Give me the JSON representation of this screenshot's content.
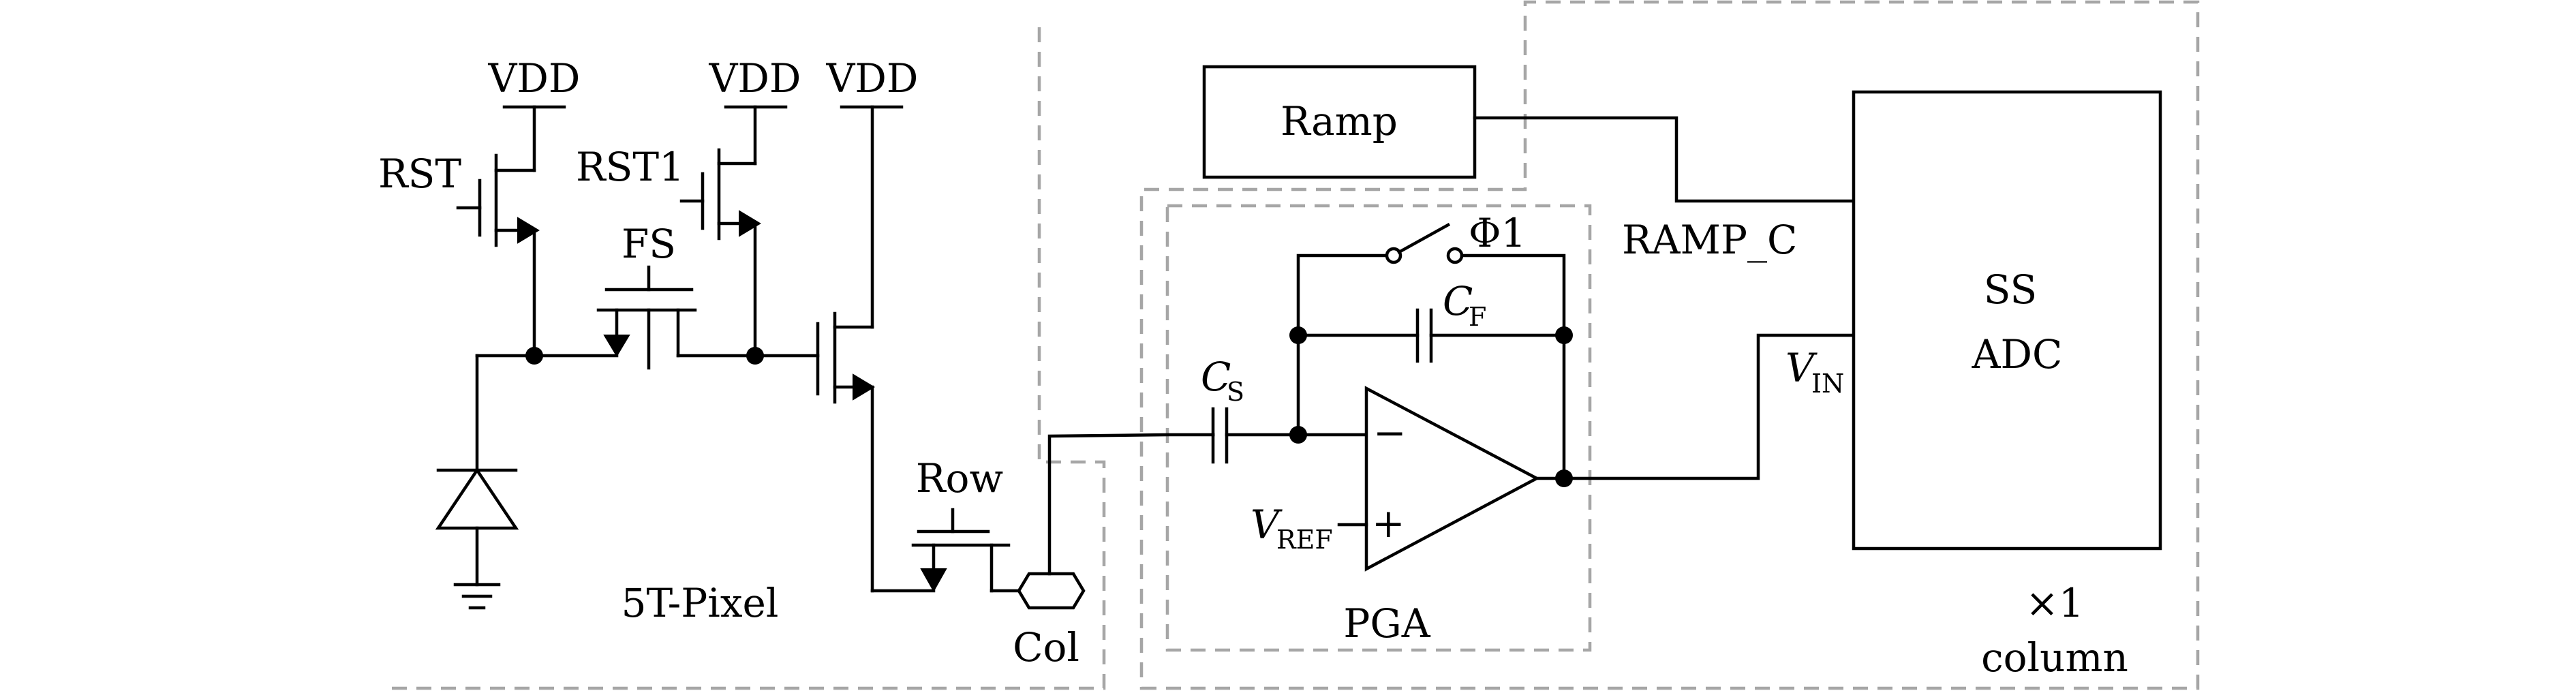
{
  "labels": {
    "vdd_1": "VDD",
    "vdd_2": "VDD",
    "vdd_3": "VDD",
    "rst": "RST",
    "rst1": "RST1",
    "fs": "FS",
    "row": "Row",
    "col": "Col",
    "pixel_block": "5T-Pixel",
    "ramp": "Ramp",
    "ramp_c": "RAMP_C",
    "phi1": "Φ1",
    "cf_main": "C",
    "cf_sub": "F",
    "cs_main": "C",
    "cs_sub": "S",
    "vref_main": "V",
    "vref_sub": "REF",
    "vin_main": "V",
    "vin_sub": "IN",
    "minus": "−",
    "plus": "+",
    "pga": "PGA",
    "ss": "SS",
    "adc": "ADC",
    "multiplier": "×1",
    "column": "column"
  },
  "colors": {
    "wire": "#000000",
    "dashed_boundary": "#a6a6a6",
    "background": "#ffffff"
  }
}
